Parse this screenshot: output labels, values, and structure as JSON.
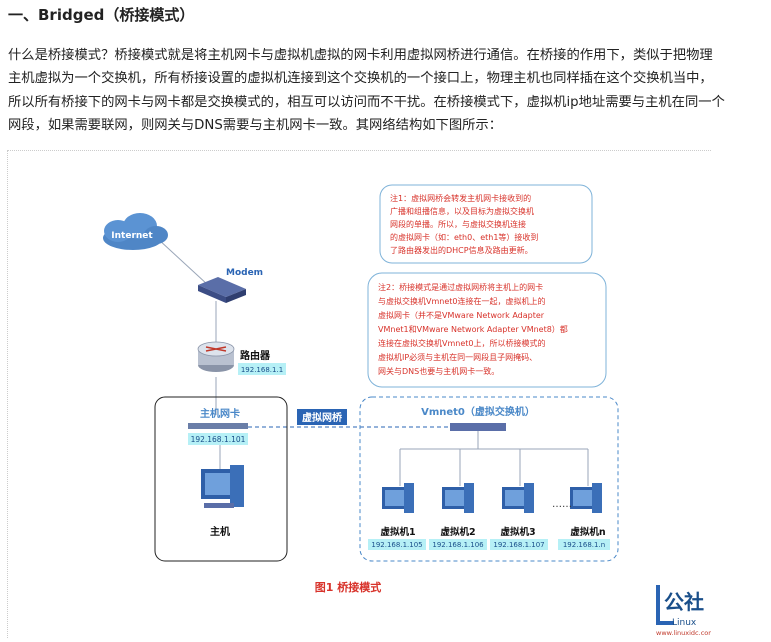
{
  "heading": "一、Bridged（桥接模式）",
  "paragraph_lines": [
    "什么是桥接模式？桥接模式就是将主机网卡与虚拟机虚拟的网卡利用虚拟网桥进行通信。在桥接的作用下，类似于把物理",
    "主机虚拟为一个交换机，所有桥接设置的虚拟机连接到这个交换机的一个接口上，物理主机也同样插在这个交换机当中，",
    "所以所有桥接下的网卡与网卡都是交换模式的，相互可以访问而不干扰。在桥接模式下，虚拟机ip地址需要与主机在同一个",
    "网段，如果需要联网，则网关与DNS需要与主机网卡一致。其网络结构如下图所示："
  ],
  "diagram": {
    "internet": "Internet",
    "modem": "Modem",
    "router_label": "路由器",
    "router_ip": "192.168.1.1",
    "host_nic": "主机网卡",
    "host_ip": "192.168.1.101",
    "host_label": "主机",
    "bridge": "虚拟网桥",
    "switch": "Vmnet0（虚拟交换机）",
    "vms": [
      {
        "name": "虚拟机1",
        "ip": "192.168.1.105"
      },
      {
        "name": "虚拟机2",
        "ip": "192.168.1.106"
      },
      {
        "name": "虚拟机3",
        "ip": "192.168.1.107"
      },
      {
        "name": "虚拟机n",
        "ip": "192.168.1.n"
      }
    ],
    "ellipsis": "……",
    "note1": [
      "注1：虚拟网桥会转发主机网卡接收到的",
      "广播和组播信息，以及目标为虚拟交换机",
      "网段的单播。所以，与虚拟交换机连接",
      "的虚拟网卡（如：eth0、eth1等）接收到",
      "了路由器发出的DHCP信息及路由更新。"
    ],
    "note2": [
      "注2：桥接模式是通过虚拟网桥将主机上的网卡",
      "与虚拟交换机Vmnet0连接在一起，虚拟机上的",
      "虚拟网卡（并不是VMware Network Adapter",
      "VMnet1和VMware Network Adapter VMnet8）都",
      "连接在虚拟交换机Vmnet0上，所以桥接模式的",
      "虚拟机IP必须与主机在同一网段且子网掩码、",
      "网关与DNS也要与主机网卡一致。"
    ],
    "caption": "图1 桥接模式",
    "watermark": {
      "brand": "公社",
      "sub": "Linux",
      "url": "www.linuxidc.com"
    },
    "colors": {
      "accent_blue": "#2a64b4",
      "ip_box": "#b6f0f6",
      "note_red": "#d8332b",
      "note_border": "#7fb3d9"
    }
  }
}
